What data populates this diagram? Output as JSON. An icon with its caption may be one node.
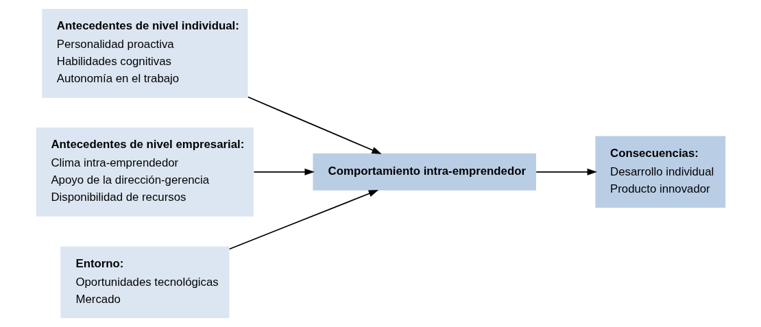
{
  "diagram": {
    "nodes": [
      {
        "text": [
          "Antecedentes de nivel individual:",
          "Personalidad proactiva",
          "Habilidades cognitivas",
          "Autonomía en el trabajo"
        ]
      },
      {
        "text": [
          "Antecedentes de nivel empresarial:",
          "Clima intra-emprendedor",
          "Apoyo de la dirección-gerencia",
          "Disponibilidad de recursos"
        ]
      },
      {
        "text": [
          "Entorno:",
          "Oportunidades tecnológicas",
          "Mercado"
        ]
      },
      {
        "text": [
          "Comportamiento intra-emprendedor"
        ]
      },
      {
        "text": [
          "Consecuencias:",
          "Desarrollo individual",
          "Producto innovador"
        ]
      }
    ],
    "edges": [
      {
        "from": 0,
        "to": 3,
        "arrow": "to"
      },
      {
        "from": 1,
        "to": 3,
        "arrow": "to"
      },
      {
        "from": 2,
        "to": 3,
        "arrow": "to"
      },
      {
        "from": 3,
        "to": 4,
        "arrow": "to"
      }
    ]
  }
}
